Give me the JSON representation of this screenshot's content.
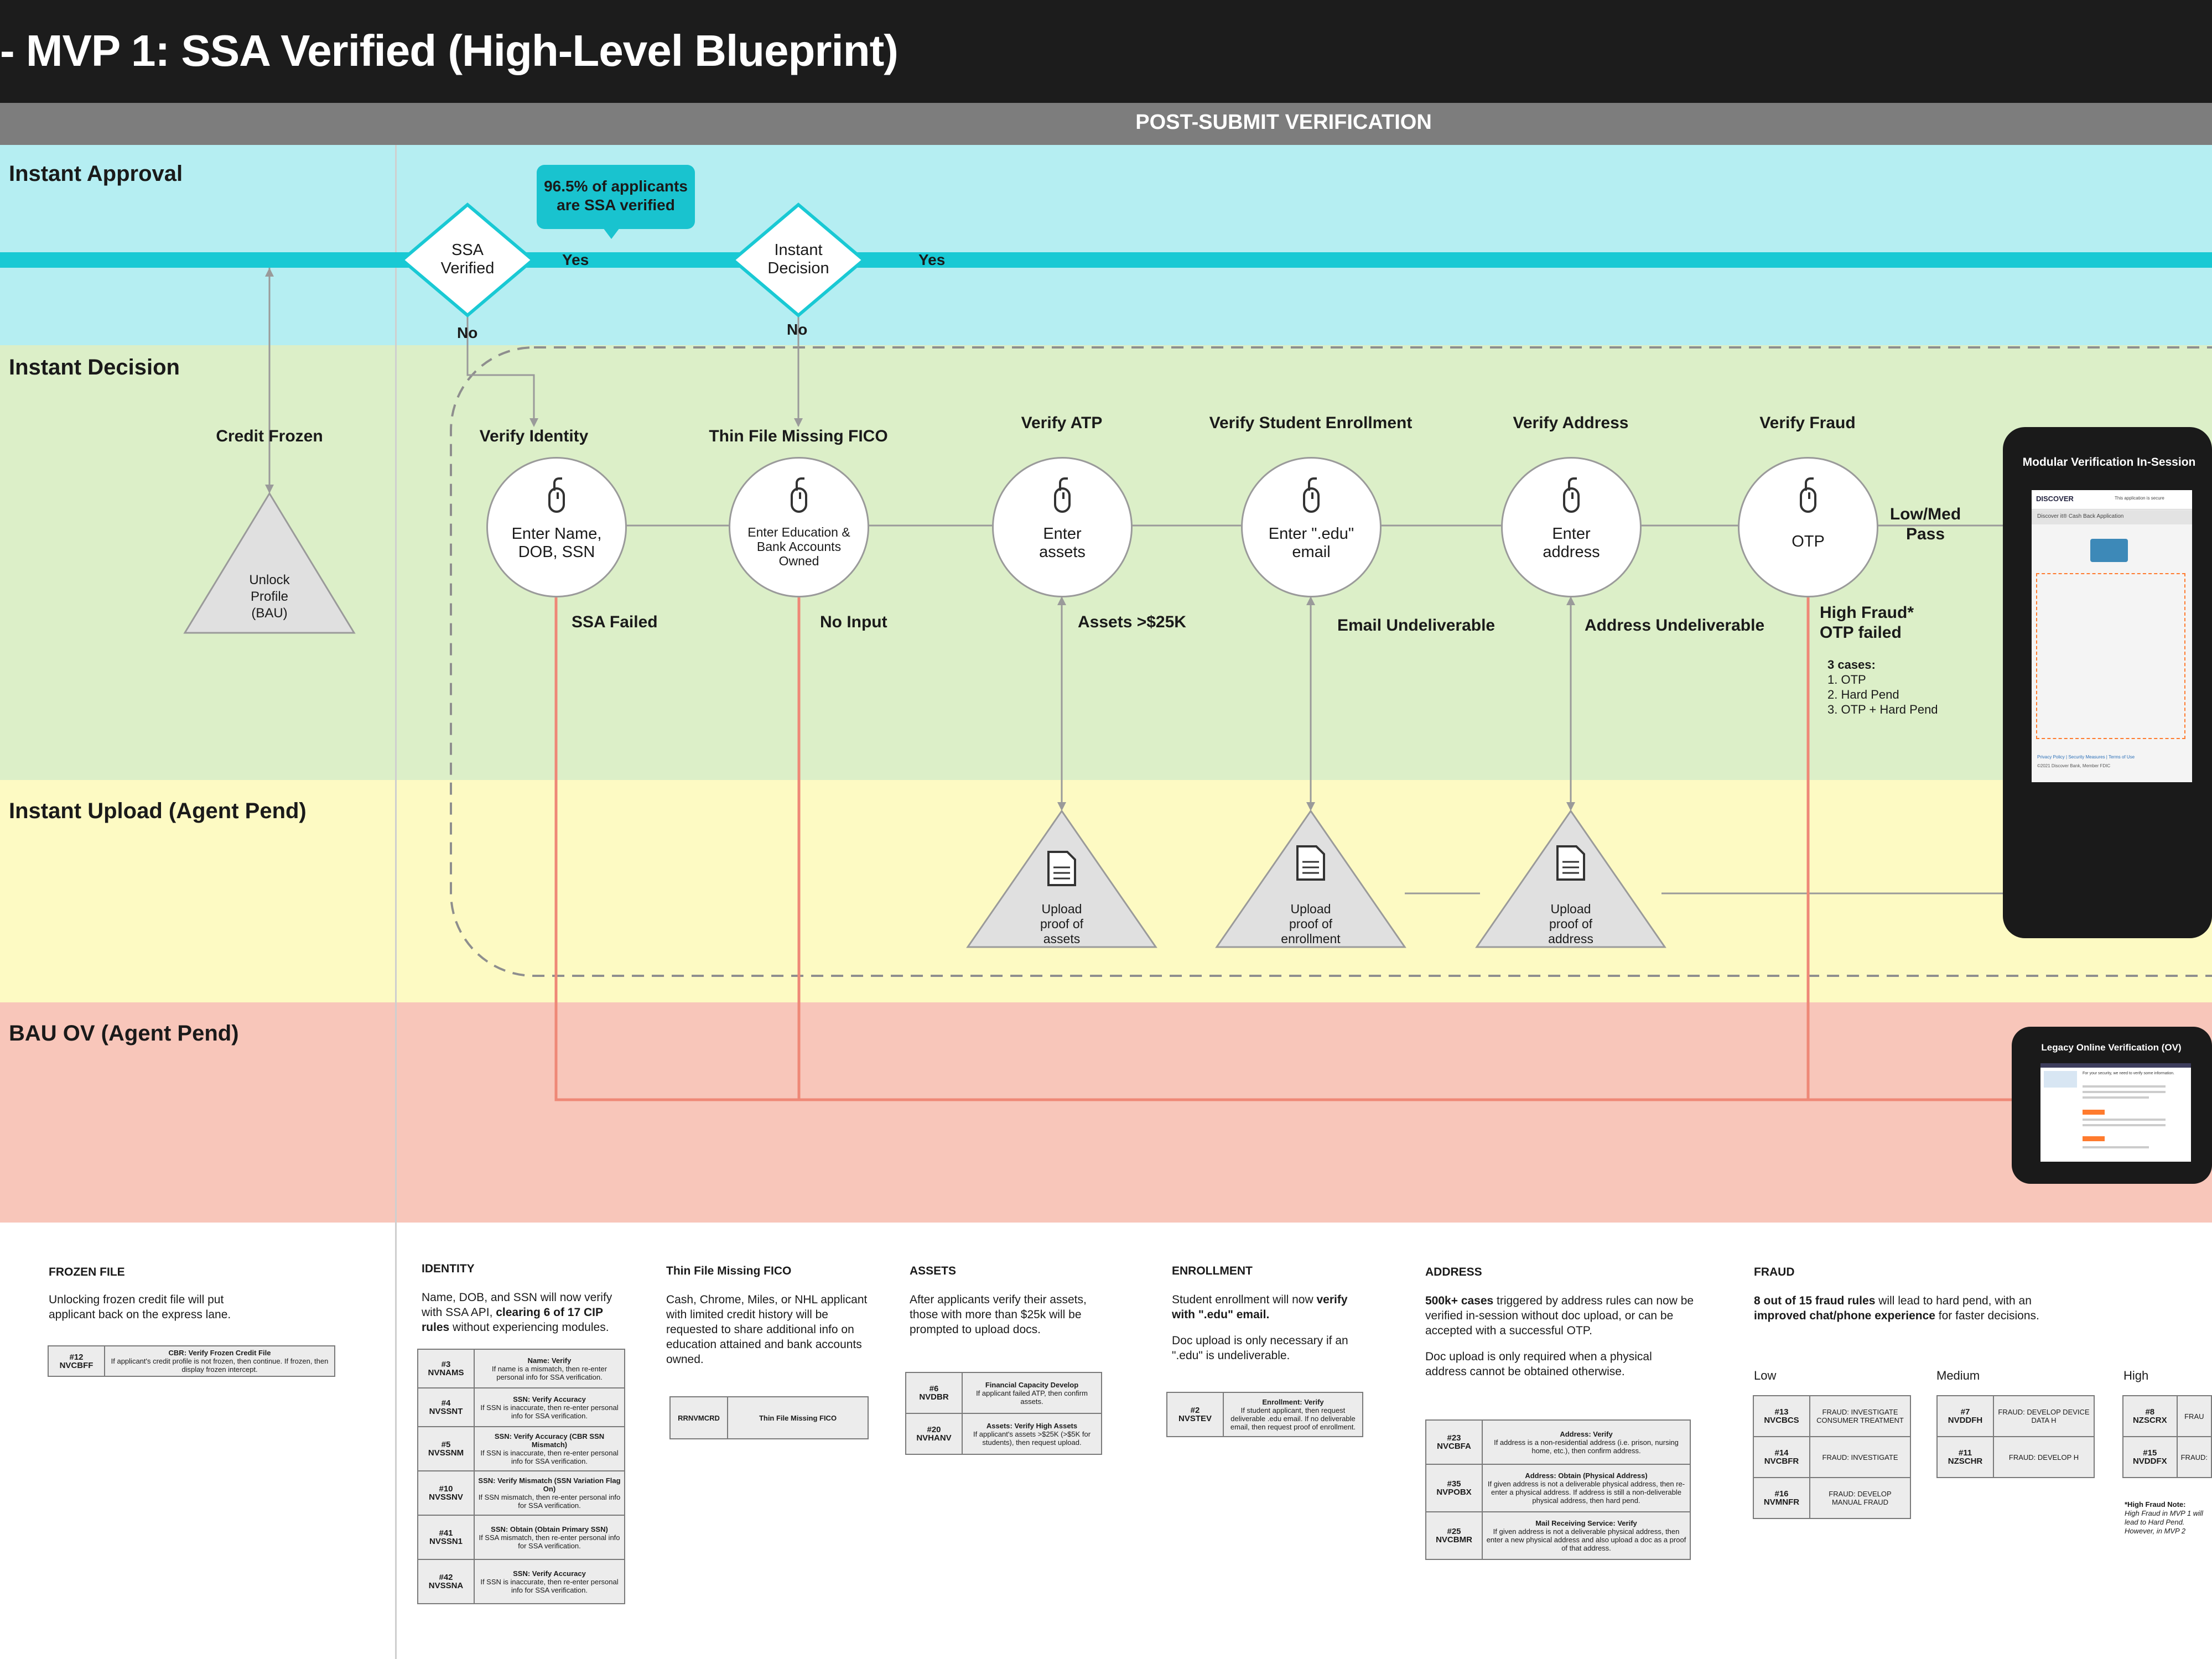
{
  "header": {
    "title": "- MVP 1: SSA Verified (High-Level Blueprint)",
    "phase": "POST-SUBMIT VERIFICATION"
  },
  "lanes": {
    "approval": "Instant Approval",
    "decision": "Instant Decision",
    "upload": "Instant Upload (Agent Pend)",
    "bau": "BAU OV (Agent Pend)"
  },
  "colors": {
    "approval": "#b5eef2",
    "decision": "#dcefc8",
    "upload": "#fdfac3",
    "bau": "#f8c6ba",
    "teal": "#19c9d4",
    "red": "#ee8877"
  },
  "decisions": {
    "ssa": {
      "text": [
        "SSA",
        "Verified"
      ],
      "yes": "Yes",
      "no": "No"
    },
    "instant": {
      "text": [
        "Instant",
        "Decision"
      ],
      "yes": "Yes",
      "no": "No"
    },
    "callout": [
      "96.5% of applicants",
      "are SSA verified"
    ]
  },
  "credit_frozen": {
    "label": "Credit Frozen",
    "text": [
      "Unlock",
      "Profile",
      "(BAU)"
    ]
  },
  "steps": [
    {
      "title": "Verify Identity",
      "text": [
        "Enter Name,",
        "DOB, SSN"
      ],
      "exception": "SSA Failed"
    },
    {
      "title": "Thin File Missing FICO",
      "text": [
        "Enter Education &",
        "Bank Accounts",
        "Owned"
      ],
      "exception": "No Input"
    },
    {
      "title": "Verify ATP",
      "text": [
        "Enter",
        "assets"
      ],
      "exception": "Assets >$25K"
    },
    {
      "title": "Verify Student Enrollment",
      "text": [
        "Enter \".edu\"",
        "email"
      ],
      "exception": "Email Undeliverable"
    },
    {
      "title": "Verify Address",
      "text": [
        "Enter",
        "address"
      ],
      "exception": "Address Undeliverable"
    },
    {
      "title": "Verify Fraud",
      "text": [
        "OTP"
      ],
      "exception": "High Fraud*"
    }
  ],
  "fraud_extra": {
    "line2": "OTP failed",
    "cases_title": "3 cases:",
    "cases": [
      "1. OTP",
      "2. Hard Pend",
      "3. OTP + Hard Pend"
    ],
    "pass": [
      "Low/Med",
      "Pass"
    ]
  },
  "uploads": [
    {
      "text": [
        "Upload",
        "proof of",
        "assets"
      ]
    },
    {
      "text": [
        "Upload",
        "proof of",
        "enrollment"
      ]
    },
    {
      "text": [
        "Upload",
        "proof of",
        "address"
      ]
    }
  ],
  "modular": {
    "title": "Modular Verification In-Session",
    "brand": "DISCOVER",
    "secure": "This application is secure",
    "app": "Discover it® Cash Back Application",
    "footer_links": [
      "Privacy Policy",
      "Security Measures",
      "Terms of Use"
    ],
    "copyright": "©2021 Discover Bank, Member FDIC"
  },
  "legacy": {
    "title": "Legacy Online Verification (OV)",
    "msg": "For your security, we need to verify some information."
  },
  "notes": [
    {
      "head": "FROZEN FILE",
      "body": "Unlocking frozen credit file will put applicant back on the express lane."
    },
    {
      "head": "IDENTITY",
      "body_pre": "Name, DOB, and SSN will now verify with SSA API, ",
      "body_bold": "clearing 6 of 17 CIP rules",
      "body_post": " without experiencing modules."
    },
    {
      "head": "Thin File Missing FICO",
      "body": "Cash, Chrome, Miles, or NHL applicant with limited credit history will be requested to share additional info on education attained and bank accounts owned."
    },
    {
      "head": "ASSETS",
      "body": "After applicants verify their assets, those with more than $25k will be prompted to upload docs."
    },
    {
      "head": "ENROLLMENT",
      "body_pre": "Student enrollment will now ",
      "body_bold": "verify with \".edu\" email.",
      "body_post": "",
      "body2": "Doc upload is only necessary if an \".edu\" is undeliverable."
    },
    {
      "head": "ADDRESS",
      "body_bold": "500k+ cases",
      "body_post": " triggered by address rules can now be verified in-session without doc upload, or can be accepted with a successful OTP.",
      "body2": "Doc upload is only required when a physical address cannot be obtained otherwise."
    },
    {
      "head": "FRAUD",
      "body_bold": "8 out of 15 fraud rules",
      "body_post": " will lead to hard pend, with an ",
      "body_bold2": "improved chat/phone experience",
      "body_post2": " for faster decisions."
    }
  ],
  "rules": {
    "frozen": [
      {
        "code": [
          "#12",
          "NVCBFF"
        ],
        "title": "CBR: Verify Frozen Credit File",
        "desc": "If applicant's credit profile is not frozen, then continue. If frozen, then display frozen intercept."
      }
    ],
    "identity": [
      {
        "code": [
          "#3",
          "NVNAMS"
        ],
        "title": "Name: Verify",
        "desc": "If name is a mismatch, then re-enter personal info for SSA verification."
      },
      {
        "code": [
          "#4",
          "NVSSNT"
        ],
        "title": "SSN: Verify Accuracy",
        "desc": "If SSN is inaccurate, then re-enter personal info for SSA verification."
      },
      {
        "code": [
          "#5",
          "NVSSNM"
        ],
        "title": "SSN: Verify Accuracy (CBR SSN Mismatch)",
        "desc": "If SSN is inaccurate, then re-enter personal info for SSA verification."
      },
      {
        "code": [
          "#10",
          "NVSSNV"
        ],
        "title": "SSN: Verify Mismatch (SSN Variation Flag On)",
        "desc": "If SSN mismatch, then re-enter personal info for SSA verification."
      },
      {
        "code": [
          "#41",
          "NVSSN1"
        ],
        "title": "SSN: Obtain (Obtain Primary SSN)",
        "desc": "If SSA mismatch, then re-enter personal info for SSA verification."
      },
      {
        "code": [
          "#42",
          "NVSSNA"
        ],
        "title": "SSN: Verify Accuracy",
        "desc": "If SSN is inaccurate, then re-enter personal info for SSA verification."
      }
    ],
    "thin": [
      {
        "code": [
          "RRNVMCRD"
        ],
        "title": "Thin File Missing FICO",
        "desc": ""
      }
    ],
    "assets": [
      {
        "code": [
          "#6",
          "NVDBR"
        ],
        "title": "Financial Capacity Develop",
        "desc": "If applicant failed ATP, then confirm assets."
      },
      {
        "code": [
          "#20",
          "NVHANV"
        ],
        "title": "Assets: Verify High Assets",
        "desc": "If applicant's assets >$25K (>$5K for students), then request upload."
      }
    ],
    "enrollment": [
      {
        "code": [
          "#2",
          "NVSTEV"
        ],
        "title": "Enrollment: Verify",
        "desc": "If student applicant, then request deliverable .edu email. If no deliverable email, then request proof of enrollment."
      }
    ],
    "address": [
      {
        "code": [
          "#23",
          "NVCBFA"
        ],
        "title": "Address: Verify",
        "desc": "If address is a non-residential address (i.e. prison, nursing home, etc.), then confirm address."
      },
      {
        "code": [
          "#35",
          "NVPOBX"
        ],
        "title": "Address: Obtain (Physical Address)",
        "desc": "If given address is not a deliverable physical address, then re-enter a physical address. If address is still a non-deliverable physical address, then hard pend."
      },
      {
        "code": [
          "#25",
          "NVCBMR"
        ],
        "title": "Mail Receiving Service: Verify",
        "desc": "If given address is not a deliverable physical address, then enter a new physical address and also upload a doc as a proof of that address."
      }
    ],
    "fraud_levels": [
      "Low",
      "Medium",
      "High"
    ],
    "fraud_low": [
      {
        "code": [
          "#13",
          "NVCBCS"
        ],
        "title": "",
        "desc": "FRAUD: INVESTIGATE CONSUMER TREATMENT"
      },
      {
        "code": [
          "#14",
          "NVCBFR"
        ],
        "title": "",
        "desc": "FRAUD: INVESTIGATE"
      },
      {
        "code": [
          "#16",
          "NVMNFR"
        ],
        "title": "",
        "desc": "FRAUD: DEVELOP MANUAL FRAUD"
      }
    ],
    "fraud_med": [
      {
        "code": [
          "#7",
          "NVDDFH"
        ],
        "title": "",
        "desc": "FRAUD: DEVELOP DEVICE DATA H"
      },
      {
        "code": [
          "#11",
          "NZSCHR"
        ],
        "title": "",
        "desc": "FRAUD: DEVELOP H"
      }
    ],
    "fraud_high": [
      {
        "code": [
          "#8",
          "NZSCRX"
        ],
        "title": "",
        "desc": "FRAU"
      },
      {
        "code": [
          "#15",
          "NVDDFX"
        ],
        "title": "",
        "desc": "FRAUD:"
      }
    ],
    "fraud_note_title": "*High Fraud Note:",
    "fraud_note": "High Fraud in MVP 1 will lead to Hard Pend. However, in MVP 2"
  }
}
